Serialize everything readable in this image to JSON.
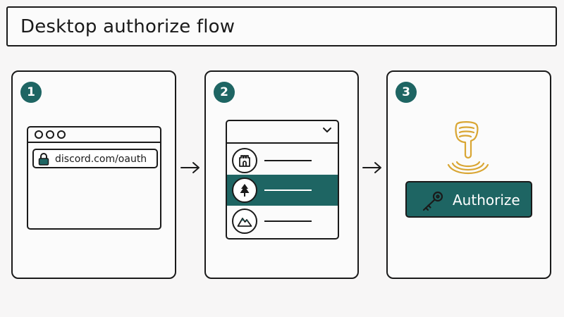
{
  "title": "Desktop authorize flow",
  "steps": [
    {
      "number": "1"
    },
    {
      "number": "2"
    },
    {
      "number": "3"
    }
  ],
  "browser": {
    "url": "discord.com/oauth"
  },
  "accounts": [
    {
      "icon": "castle-icon",
      "selected": false
    },
    {
      "icon": "tree-icon",
      "selected": true
    },
    {
      "icon": "mountain-icon",
      "selected": false
    }
  ],
  "authorize_button": {
    "label": "Authorize",
    "icon": "key-icon"
  },
  "colors": {
    "accent": "#1e6563",
    "hand": "#d9a634",
    "ink": "#1a1a1a",
    "background": "#f7f6f6"
  }
}
